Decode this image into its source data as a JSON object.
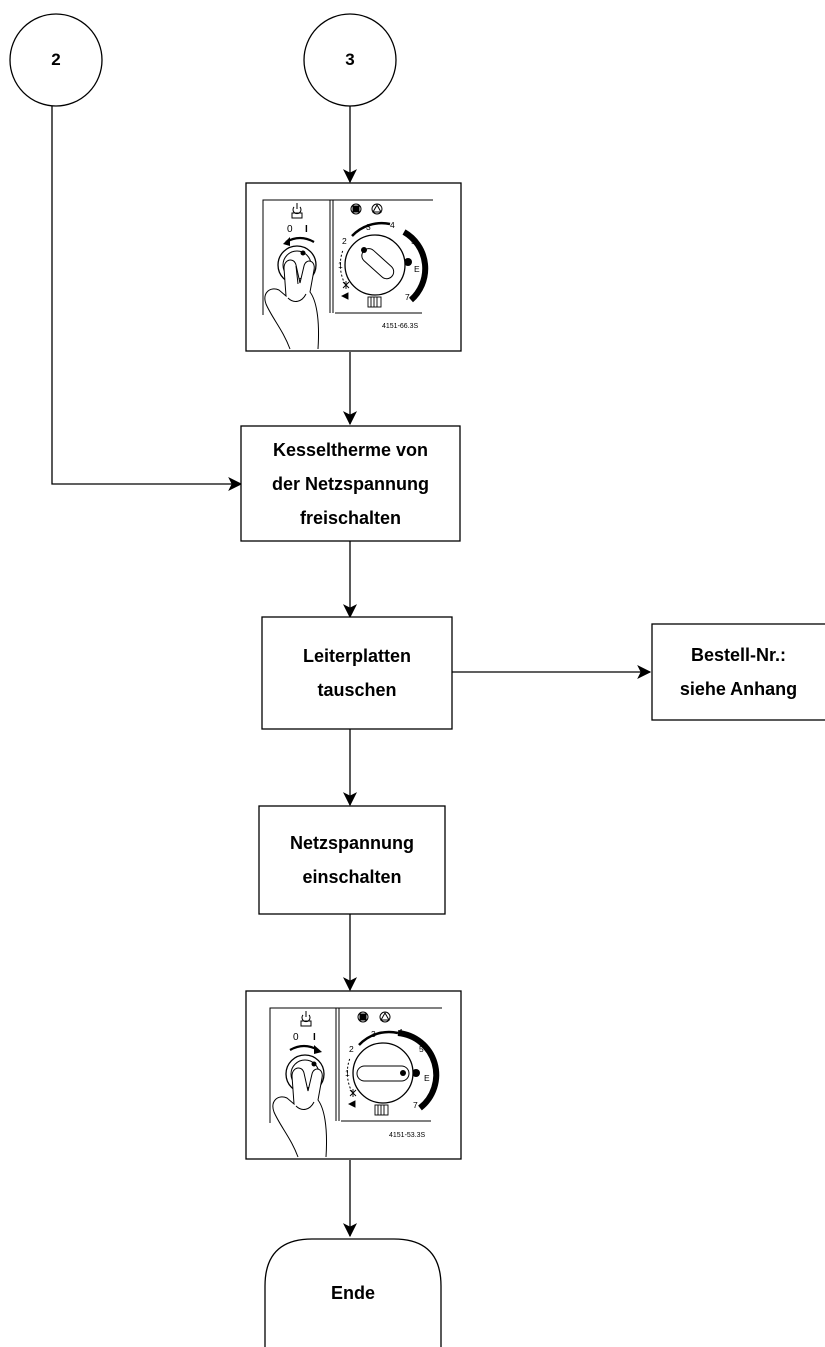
{
  "connectors": [
    {
      "id": "connector-2",
      "label": "2"
    },
    {
      "id": "connector-3",
      "label": "3"
    }
  ],
  "steps": {
    "disconnect": {
      "lines": [
        "Kesseltherme von",
        "der Netzspannung",
        "freischalten"
      ]
    },
    "replace_boards": {
      "lines": [
        "Leiterplatten",
        "tauschen"
      ]
    },
    "order_number": {
      "lines": [
        "Bestell-Nr.:",
        "siehe Anhang"
      ]
    },
    "power_on": {
      "lines": [
        "Netzspannung",
        "einschalten"
      ]
    }
  },
  "end": {
    "label": "Ende"
  },
  "figures": {
    "switch_off": {
      "code": "4151-66.3S",
      "switch_positions": [
        "0",
        "I"
      ],
      "dial_marks": [
        "1",
        "2",
        "3",
        "4",
        "5",
        "E",
        "7"
      ],
      "power_icon": "power-standby-icon"
    },
    "switch_on": {
      "code": "4151-53.3S",
      "switch_positions": [
        "0",
        "I"
      ],
      "dial_marks": [
        "1",
        "2",
        "3",
        "4",
        "5",
        "E",
        "7"
      ],
      "power_icon": "power-standby-icon"
    }
  }
}
